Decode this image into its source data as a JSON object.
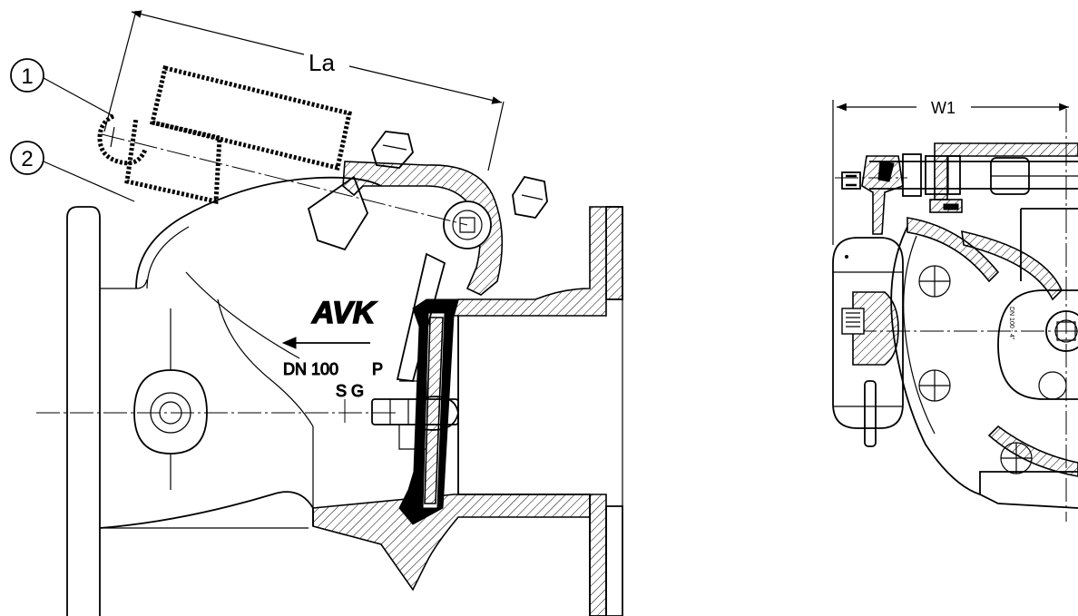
{
  "callouts": [
    {
      "number": "1"
    },
    {
      "number": "2"
    }
  ],
  "dimensions": {
    "la": "La",
    "w1": "W1"
  },
  "body_marking": {
    "logo": "AVK",
    "size": "DN 100",
    "pressure": "P",
    "material": "S G"
  },
  "side_marking": "DN 100 - 4\""
}
